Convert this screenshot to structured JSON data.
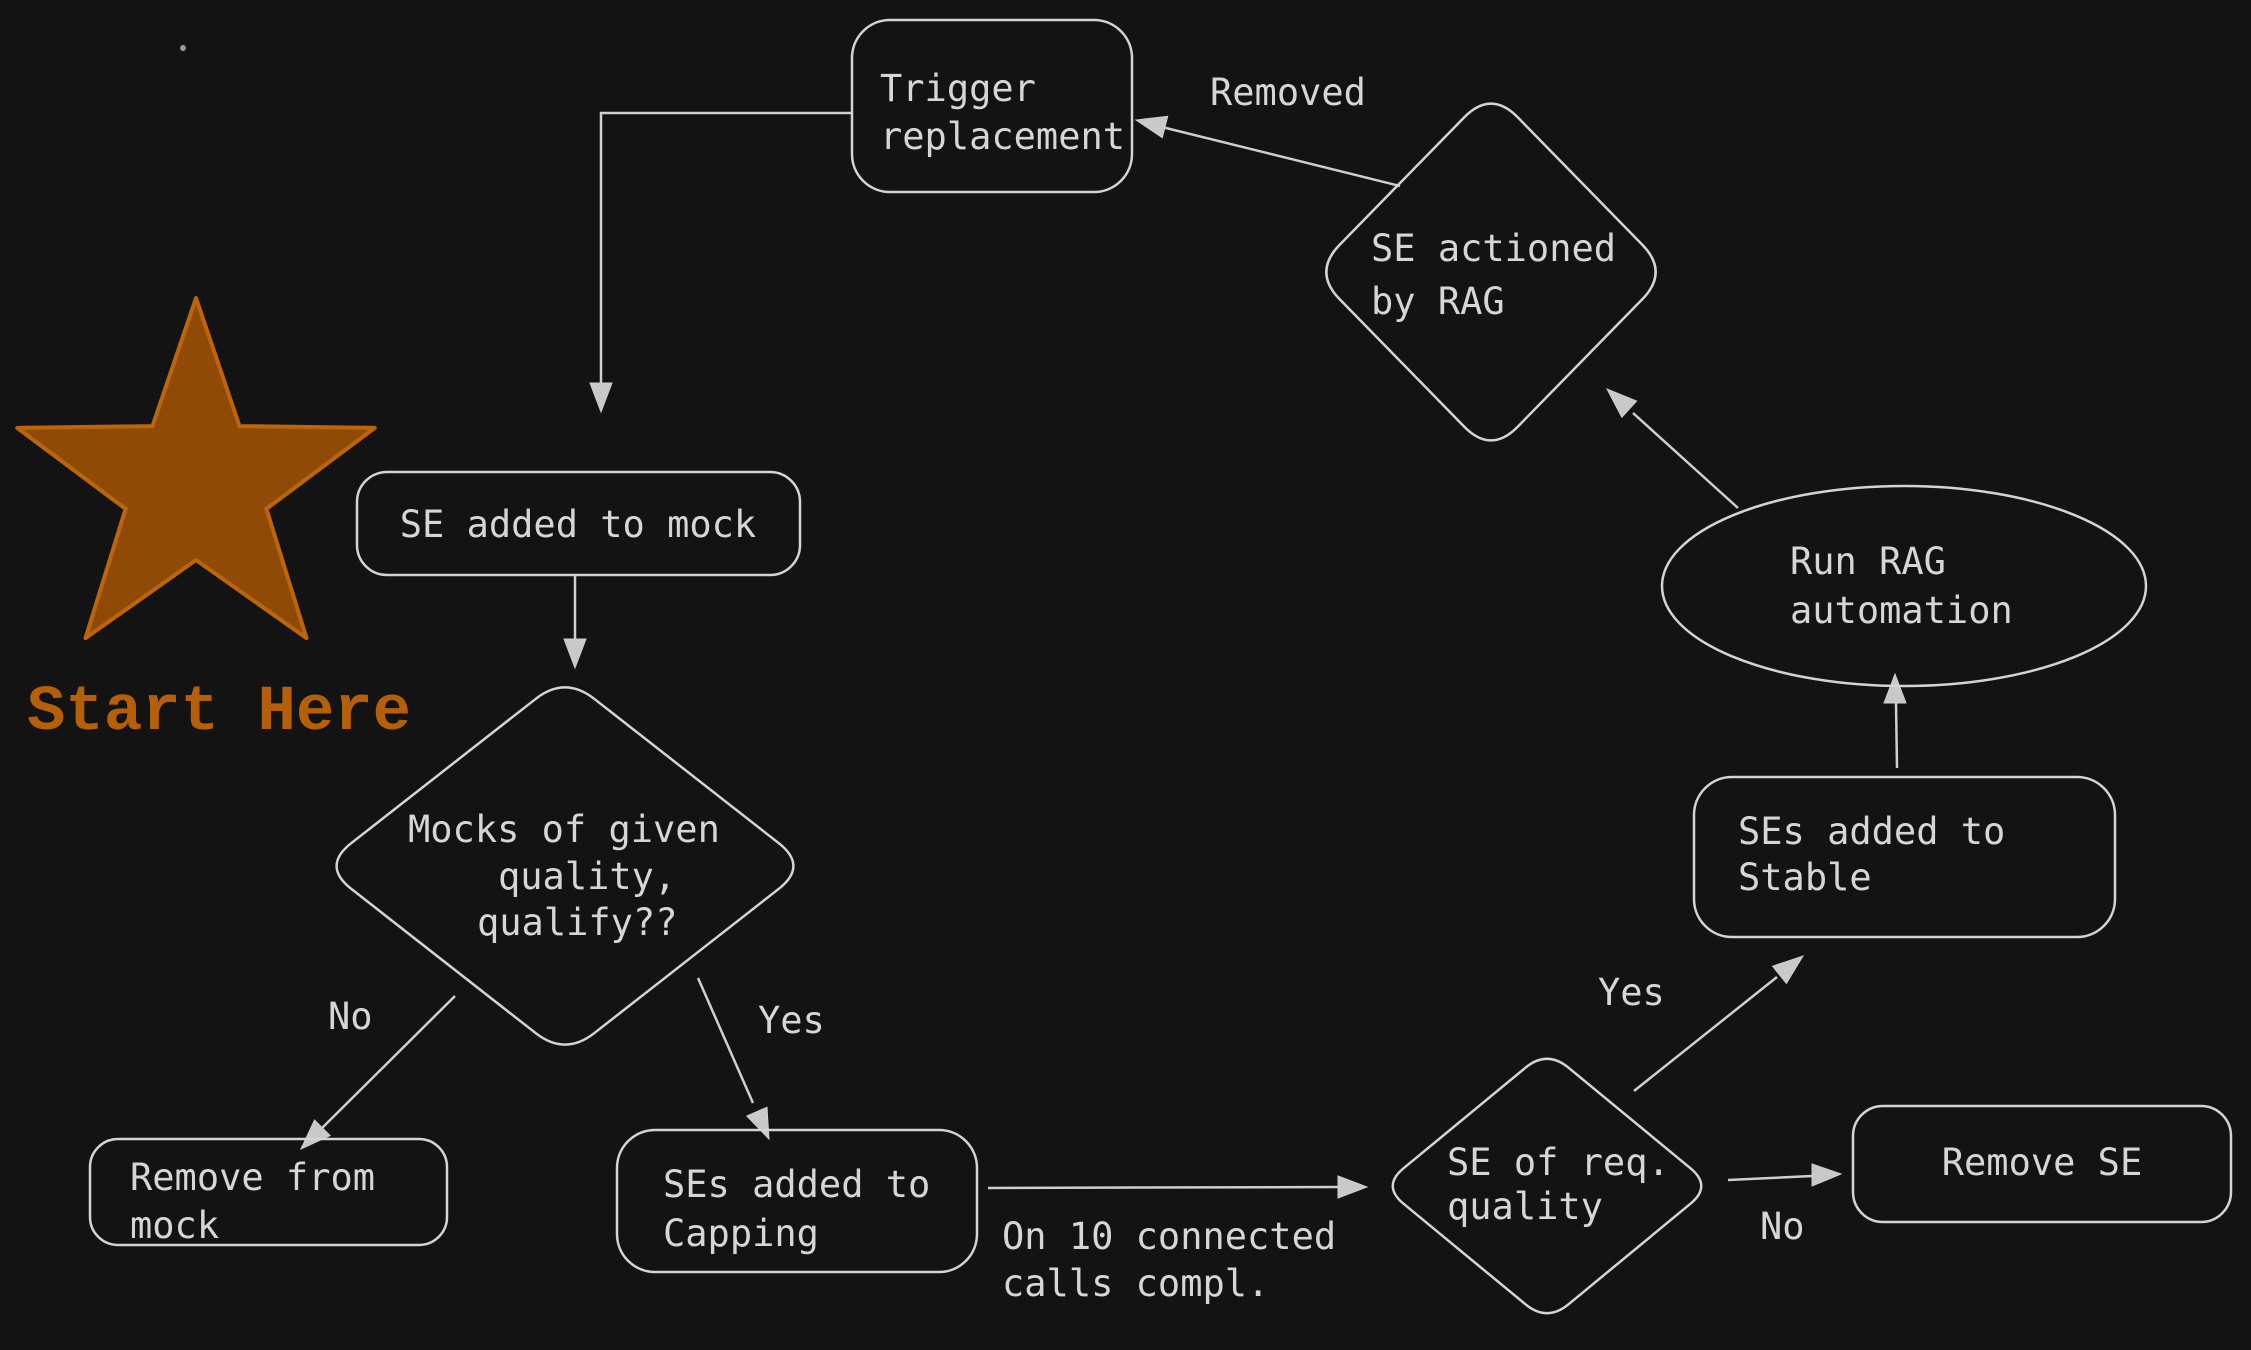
{
  "canvas": {
    "background": "#131313",
    "line_color": "#cfcfcf",
    "shape_border_color": "#d4d4d4",
    "text_color": "#d6d6d6",
    "star_fill": "#8f4a05",
    "star_outline": "#bc650b",
    "start_here_color": "#b55f08"
  },
  "annotations": {
    "start_here_label": "Start Here",
    "star_icon": "star"
  },
  "nodes": {
    "trigger_replacement": {
      "shape": "rounded-rect",
      "lines": [
        "Trigger",
        "replacement"
      ]
    },
    "se_actioned_by_rag": {
      "shape": "diamond",
      "lines": [
        "SE actioned",
        "by RAG"
      ]
    },
    "se_added_to_mock": {
      "shape": "rounded-rect",
      "lines": [
        "SE added to mock"
      ]
    },
    "mocks_quality_decision": {
      "shape": "diamond",
      "lines": [
        "Mocks of given",
        "quality,",
        "qualify??"
      ]
    },
    "remove_from_mock": {
      "shape": "rounded-rect",
      "lines": [
        "Remove from",
        "mock"
      ]
    },
    "ses_added_to_capping": {
      "shape": "rounded-rect",
      "lines": [
        "SEs added to",
        "Capping"
      ]
    },
    "se_of_req_quality_decision": {
      "shape": "diamond",
      "lines": [
        "SE of req.",
        "quality"
      ]
    },
    "remove_se": {
      "shape": "rounded-rect",
      "lines": [
        "Remove SE"
      ]
    },
    "ses_added_to_stable": {
      "shape": "rounded-rect",
      "lines": [
        "SEs added to",
        "Stable"
      ]
    },
    "run_rag_automation": {
      "shape": "ellipse",
      "lines": [
        "Run RAG",
        "automation"
      ]
    }
  },
  "edge_labels": {
    "removed": "Removed",
    "mocks_no": "No",
    "mocks_yes": "Yes",
    "capping_note": [
      "On 10 connected",
      "calls compl."
    ],
    "quality_no": "No",
    "quality_yes": "Yes"
  }
}
